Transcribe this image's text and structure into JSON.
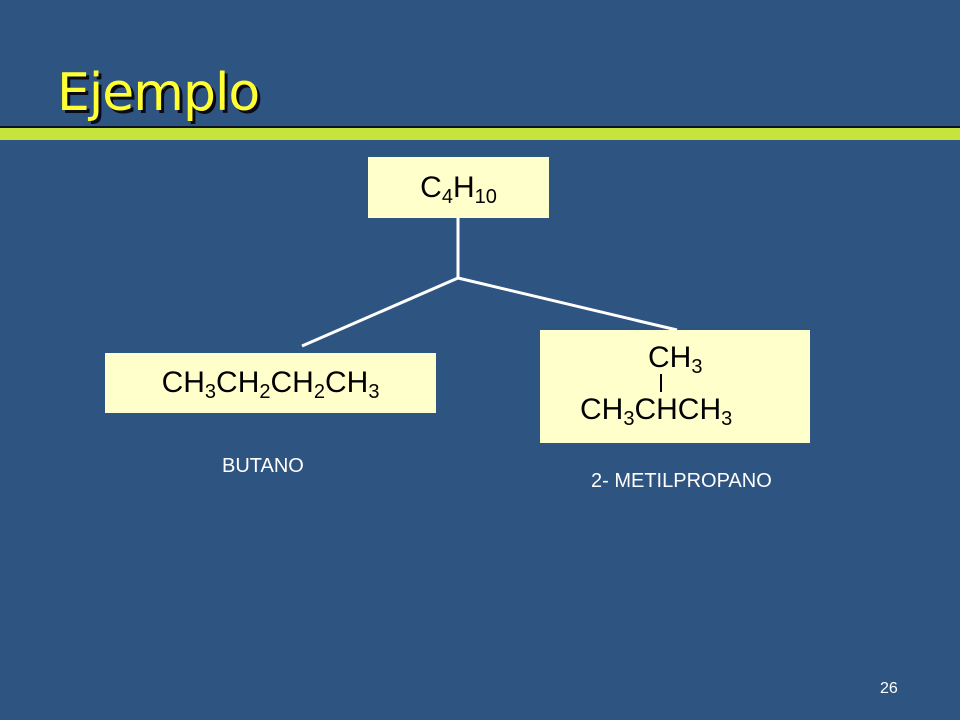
{
  "slide": {
    "title": "Ejemplo",
    "page_number": "26"
  },
  "diagram": {
    "root": {
      "formula_parts": [
        {
          "text": "C"
        },
        {
          "sub": "4"
        },
        {
          "text": "H"
        },
        {
          "sub": "10"
        }
      ]
    },
    "isomers": [
      {
        "formula_parts": [
          {
            "text": "CH"
          },
          {
            "sub": "3"
          },
          {
            "text": "CH"
          },
          {
            "sub": "2"
          },
          {
            "text": "CH"
          },
          {
            "sub": "2"
          },
          {
            "text": "CH"
          },
          {
            "sub": "3"
          }
        ],
        "caption": "BUTANO"
      },
      {
        "branch_parts": [
          {
            "text": "CH"
          },
          {
            "sub": "3"
          }
        ],
        "chain_parts": [
          {
            "text": "CH"
          },
          {
            "sub": "3"
          },
          {
            "text": "CHCH"
          },
          {
            "sub": "3"
          }
        ],
        "caption": "2- METILPROPANO"
      }
    ]
  },
  "colors": {
    "background": "#2e5481",
    "title": "#ffff33",
    "rule": "#c5e53c",
    "box_fill": "#ffffcc",
    "connector": "#ffffff"
  }
}
